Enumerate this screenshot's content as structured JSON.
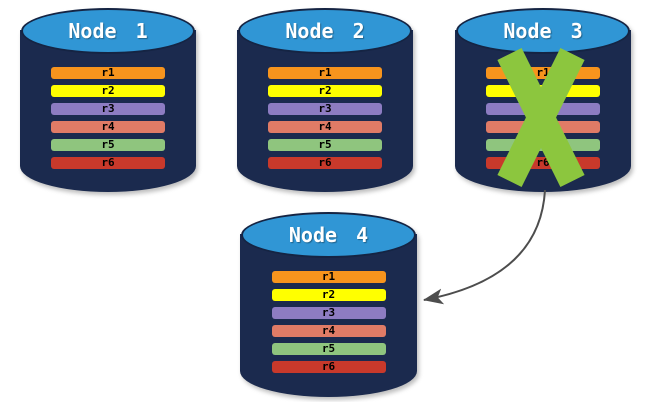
{
  "diagram": {
    "description_colors": {
      "cylinder_body": "#1B2A4E",
      "cylinder_top": "#3096D5",
      "node_label_text": "#FFFFFF",
      "record_label_text": "#000000",
      "failure_x_mark": "#8CC63E",
      "arrow": "#4D4D4D"
    },
    "nodes": [
      {
        "label": "Node 1",
        "crossed_out": false
      },
      {
        "label": "Node 2",
        "crossed_out": false
      },
      {
        "label": "Node 3",
        "crossed_out": true
      },
      {
        "label": "Node 4",
        "crossed_out": false
      }
    ],
    "records": [
      {
        "label": "r1",
        "color": "#F7941D"
      },
      {
        "label": "r2",
        "color": "#FFFF00"
      },
      {
        "label": "r3",
        "color": "#8D7CC2"
      },
      {
        "label": "r4",
        "color": "#E07B66"
      },
      {
        "label": "r5",
        "color": "#8FC57E"
      },
      {
        "label": "r6",
        "color": "#C8392B"
      }
    ]
  }
}
